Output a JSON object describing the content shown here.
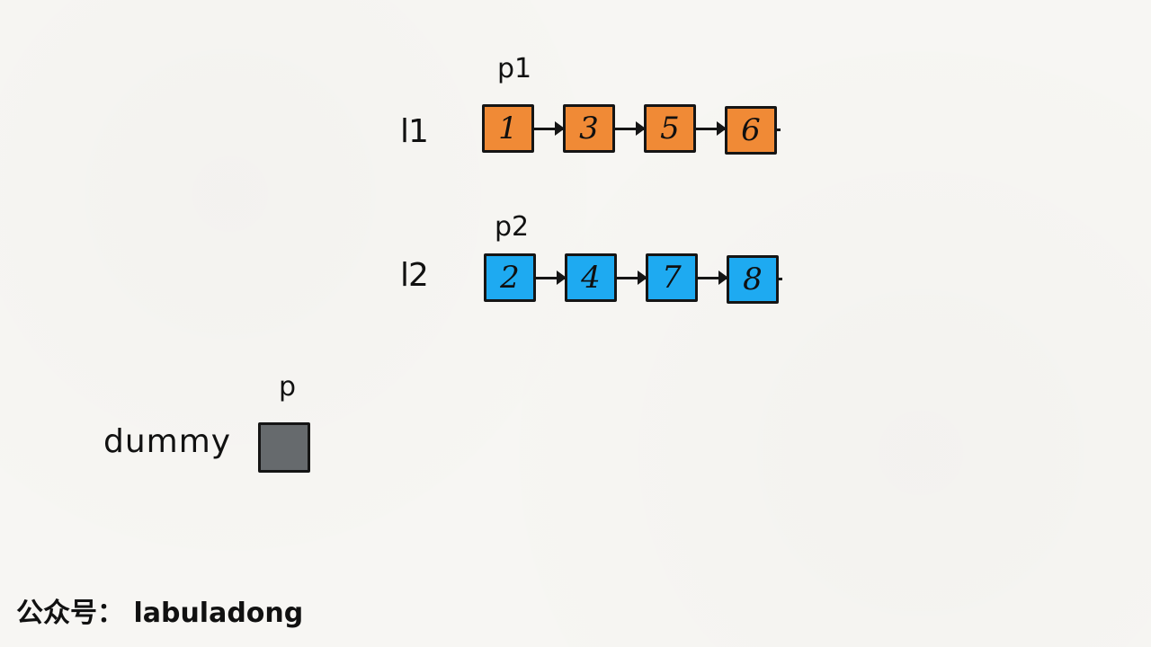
{
  "colors": {
    "background": "#f7f6f3",
    "list1_fill": "#f08a36",
    "list2_fill": "#1eaaf1",
    "dummy_fill": "#666a6d",
    "stroke": "#151515"
  },
  "list1": {
    "name": "l1",
    "pointer": "p1",
    "nodes": [
      "1",
      "3",
      "5",
      "6"
    ]
  },
  "list2": {
    "name": "l2",
    "pointer": "p2",
    "nodes": [
      "2",
      "4",
      "7",
      "8"
    ]
  },
  "dummy": {
    "name": "dummy",
    "pointer": "p"
  },
  "watermark": "公众号： labuladong"
}
